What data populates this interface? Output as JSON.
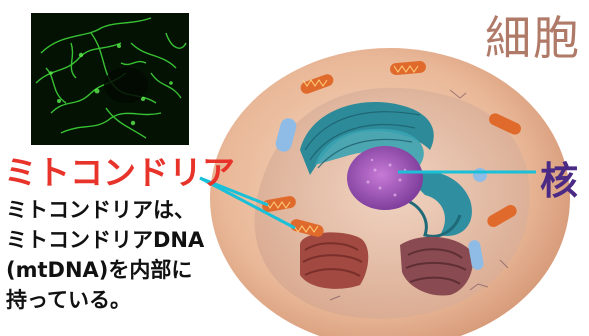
{
  "title": "細胞",
  "labels": {
    "mitochondria": "ミトコンドリア",
    "nucleus": "核"
  },
  "description": [
    "ミトコンドリアは、",
    "ミトコンドリアDNA",
    "(mtDNA)を内部に",
    "持っている。"
  ],
  "colors": {
    "mitochondria_label": "#e8332a",
    "nucleus_label": "#4b2a86",
    "title": "#b07a68",
    "pointer_line": "#19c0d8"
  }
}
